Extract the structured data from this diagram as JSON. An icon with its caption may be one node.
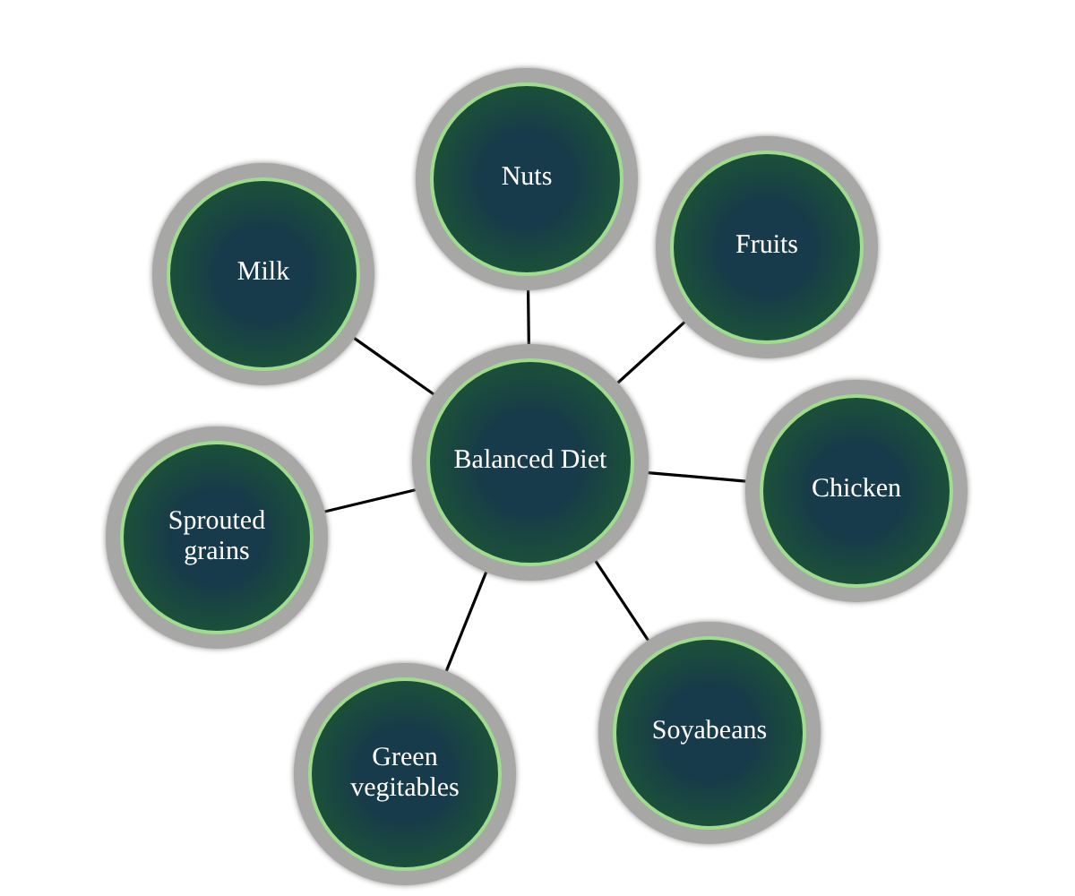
{
  "diagram": {
    "nodes": [
      {
        "text": [
          "Balanced Diet"
        ]
      },
      {
        "text": [
          "Nuts"
        ]
      },
      {
        "text": [
          "Fruits"
        ]
      },
      {
        "text": [
          "Chicken"
        ]
      },
      {
        "text": [
          "Soyabeans"
        ]
      },
      {
        "text": [
          "Green vegitables"
        ]
      },
      {
        "text": [
          "Sprouted grains"
        ]
      },
      {
        "text": [
          "Milk"
        ]
      }
    ],
    "edges": [
      {
        "from": 0,
        "to": 1,
        "arrow": "none"
      },
      {
        "from": 0,
        "to": 2,
        "arrow": "none"
      },
      {
        "from": 0,
        "to": 3,
        "arrow": "none"
      },
      {
        "from": 0,
        "to": 4,
        "arrow": "none"
      },
      {
        "from": 0,
        "to": 5,
        "arrow": "none"
      },
      {
        "from": 0,
        "to": 6,
        "arrow": "none"
      },
      {
        "from": 0,
        "to": 7,
        "arrow": "none"
      }
    ]
  }
}
